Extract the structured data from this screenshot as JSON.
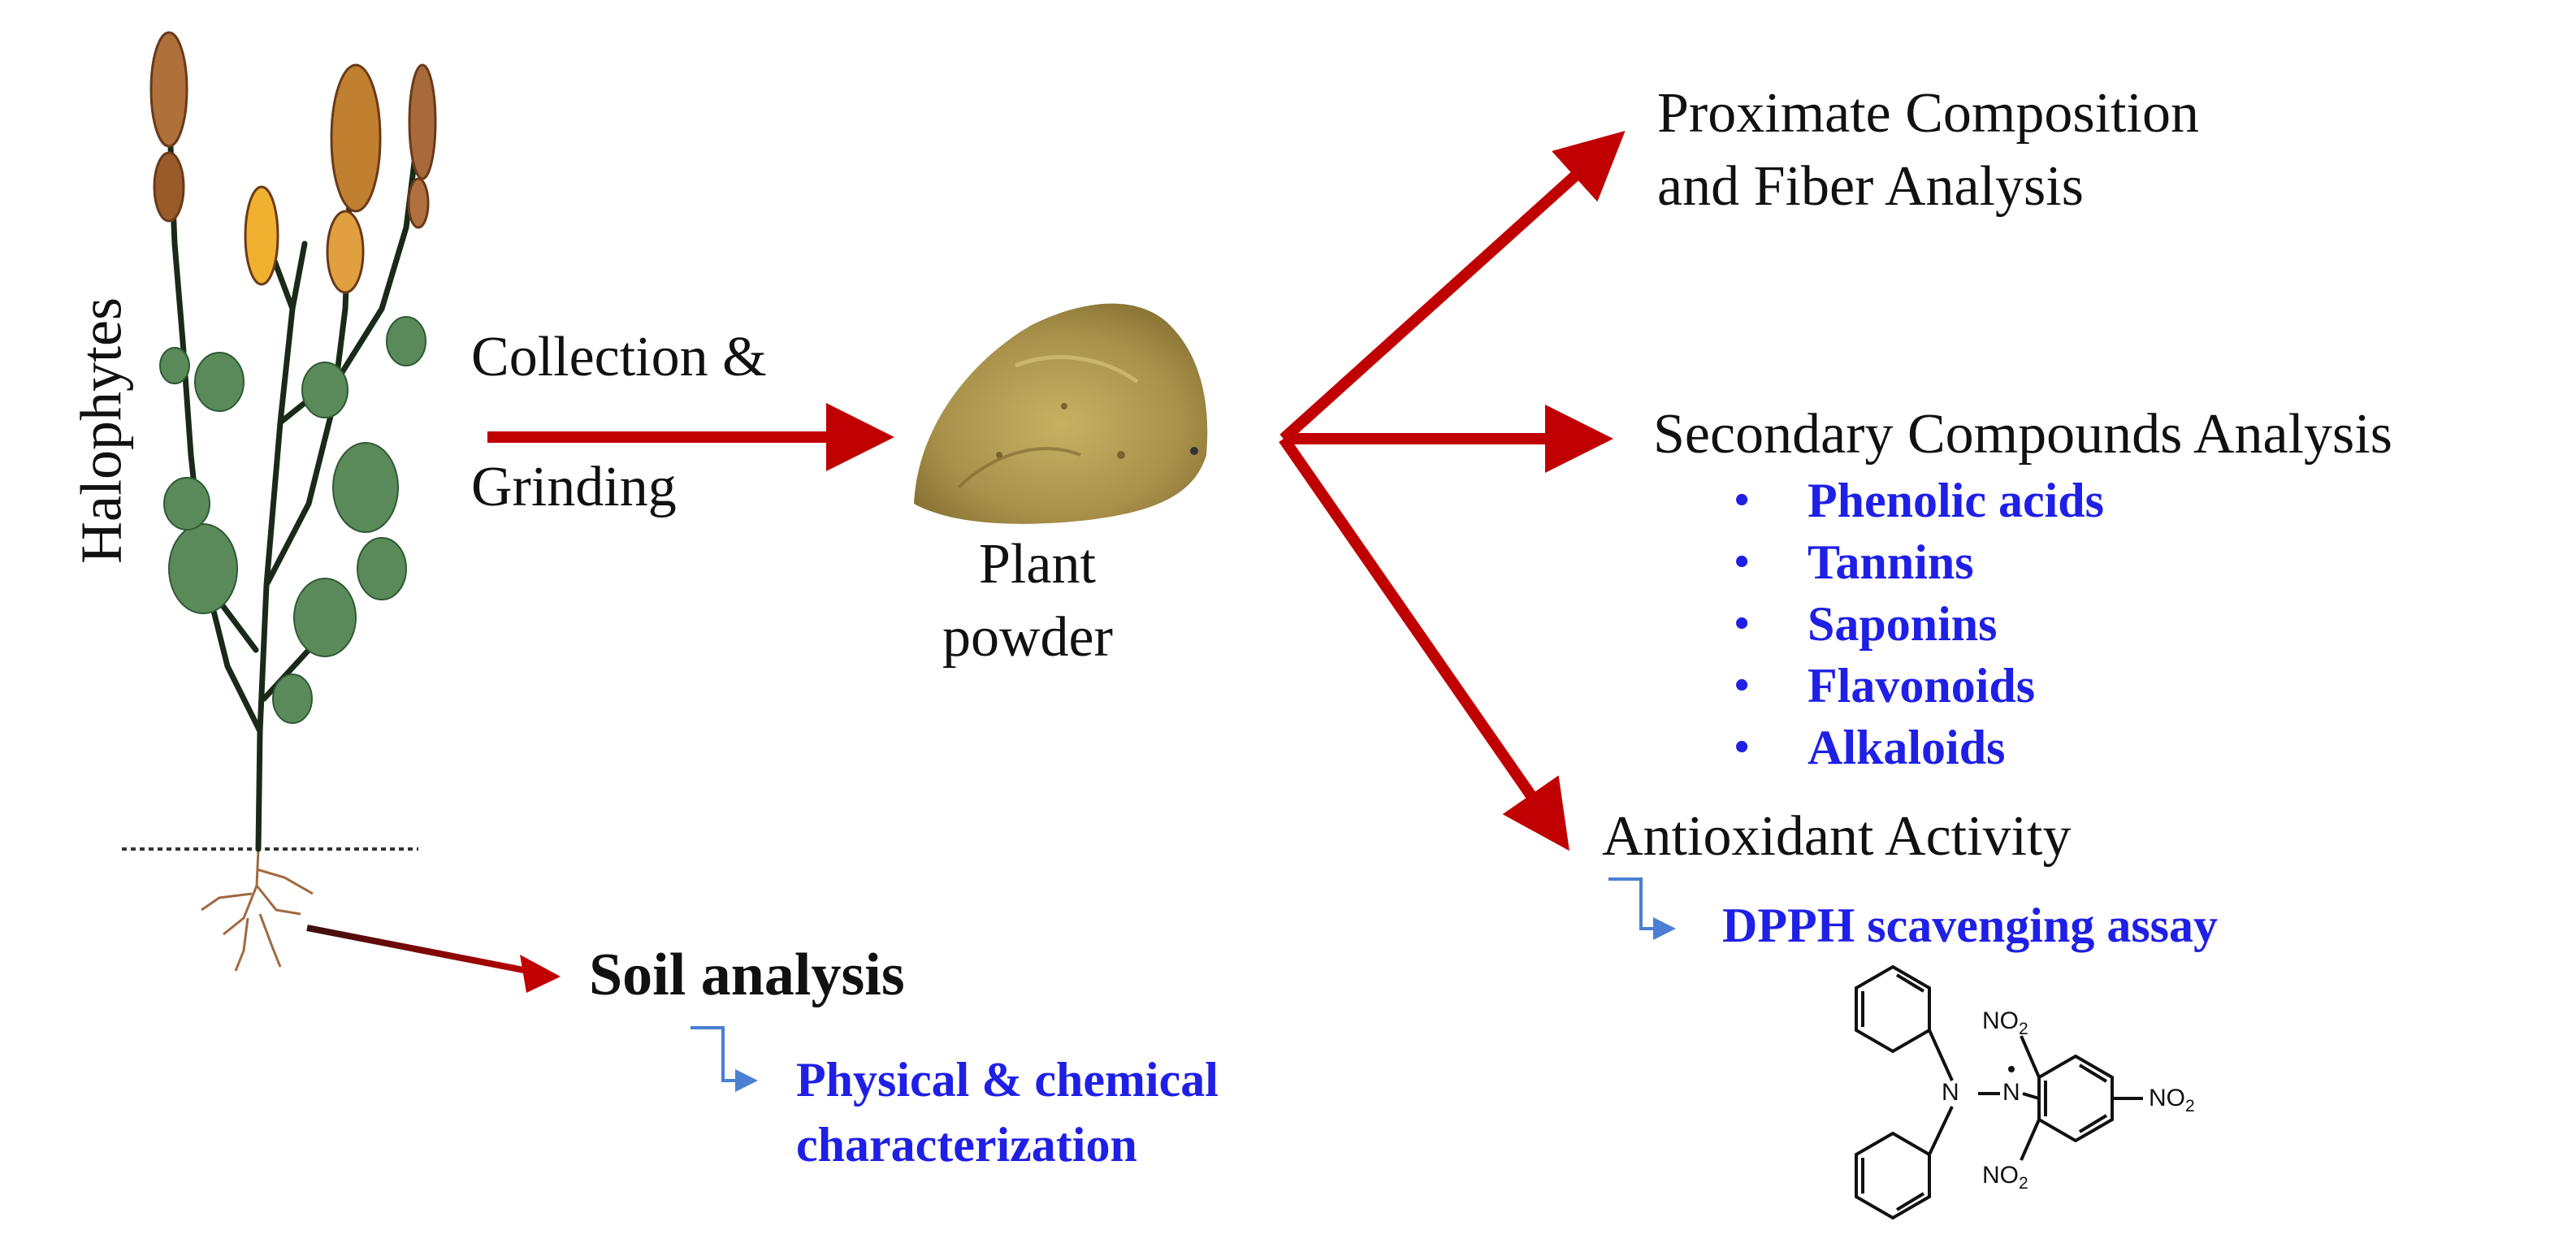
{
  "left_label": "Halophytes",
  "step_label_line1": "Collection &",
  "step_label_line2": "Grinding",
  "product_line1": "Plant",
  "product_line2": "powder",
  "branch_proximate_line1": "Proximate Composition",
  "branch_proximate_line2": "and Fiber Analysis",
  "branch_secondary": "Secondary Compounds Analysis",
  "secondary_items": [
    "Phenolic acids",
    "Tannins",
    "Saponins",
    "Flavonoids",
    "Alkaloids"
  ],
  "bullet_char": "•",
  "branch_antioxidant": "Antioxidant Activity",
  "antioxidant_assay": "DPPH scavenging assay",
  "soil_title": "Soil analysis",
  "soil_detail_line1": "Physical & chemical",
  "soil_detail_line2": "characterization",
  "dpph_labels": {
    "nitro": "NO",
    "sub": "2",
    "n1": "N",
    "n2": "N"
  },
  "colors": {
    "arrow": "#c00000",
    "text_blue": "#1f1fe6",
    "sub_arrow": "#4a7fd4",
    "powder": "#b39a4e"
  }
}
